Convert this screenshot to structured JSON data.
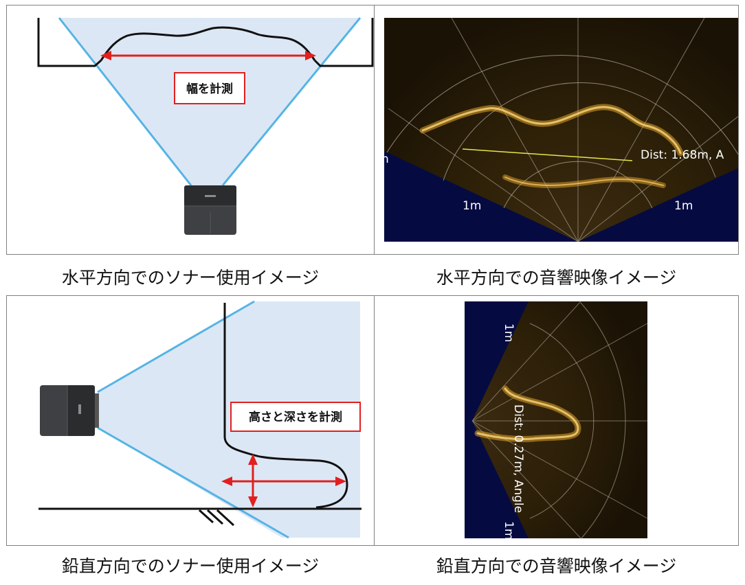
{
  "panels": {
    "horizontal_usage": {
      "caption": "水平方向でのソナー使用イメージ",
      "label": "幅を計測",
      "colors": {
        "beam_fill": "#dce7f5",
        "beam_edge": "#55b4e4",
        "arrow": "#e0201e",
        "label_border": "#e0201e"
      }
    },
    "horizontal_sonar": {
      "caption": "水平方向での音響映像イメージ",
      "range_left": "1m",
      "range_right": "1m",
      "measure_text": "Dist: 1.68m, A",
      "edge_mark": "n",
      "colors": {
        "background": "#050b40",
        "echo": "#e2a227",
        "measure_line": "#e6e64a"
      }
    },
    "vertical_usage": {
      "caption": "鉛直方向でのソナー使用イメージ",
      "label": "高さと深さを計測",
      "colors": {
        "beam_fill": "#dce7f5",
        "beam_edge": "#55b4e4",
        "arrow": "#e0201e",
        "label_border": "#e0201e"
      }
    },
    "vertical_sonar": {
      "caption": "鉛直方向での音響映像イメージ",
      "range_top": "1m",
      "range_bottom": "1m",
      "measure_text": "Dist: 0.27m, Angle",
      "colors": {
        "background": "#050b40",
        "echo": "#e2a227"
      }
    }
  }
}
